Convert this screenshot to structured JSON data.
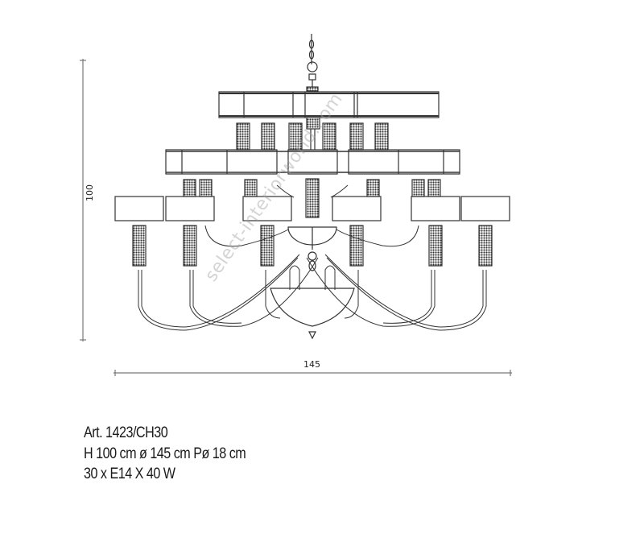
{
  "drawing": {
    "title": "Chandelier technical drawing",
    "line_color": "#333333",
    "dimension_color": "#666666"
  },
  "dimensions": {
    "height_label": "100",
    "width_label": "145"
  },
  "specs": {
    "article": "Art. 1423/CH30",
    "sizes": "H 100 cm ø 145 cm Pø 18 cm",
    "bulbs": "30 x  E14 X 40 W"
  },
  "watermark": {
    "text": "select-interiorworld.com"
  }
}
